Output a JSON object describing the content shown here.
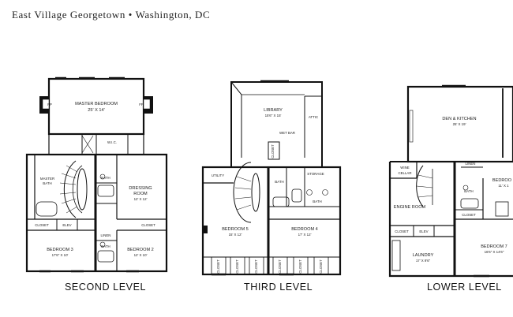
{
  "header": {
    "title": "East Village Georgetown • Washington, DC"
  },
  "levels": {
    "second": "SECOND LEVEL",
    "third": "THIRD LEVEL",
    "lower": "LOWER LEVEL"
  },
  "second_level": {
    "master_bedroom": {
      "name": "MASTER BEDROOM",
      "dims": "25' X 14'"
    },
    "fp_left": "FP",
    "fp_right": "FP",
    "wic": "W.I.C.",
    "master_bath": {
      "line1": "MASTER",
      "line2": "BATH"
    },
    "dressing_room": {
      "line1": "DRESSING",
      "line2": "ROOM",
      "dims": "12' X 12'"
    },
    "closet_left": "CLOSET",
    "elev": "ELEV",
    "closet_right": "CLOSET",
    "bath_upper": "BATH",
    "bath_lower": "BATH",
    "linen": "LINEN",
    "bedroom3": {
      "name": "BEDROOM 3",
      "dims": "17'6\" X 10'"
    },
    "bedroom2": {
      "name": "BEDROOM 2",
      "dims": "12' X 10'"
    }
  },
  "third_level": {
    "library": {
      "name": "LIBRARY",
      "dims": "15'6\" X 15'"
    },
    "attic": "ATTIC",
    "wet_bar": "WET BAR",
    "closet": "CLOSET",
    "utility": "UTILITY",
    "storage": "STORAGE",
    "bath_left": "BATH",
    "bath_right": "BATH",
    "bedroom5": {
      "name": "BEDROOM 5",
      "dims": "15' X 12'"
    },
    "bedroom4": {
      "name": "BEDROOM 4",
      "dims": "17' X 12'"
    },
    "closets": [
      "CLOSET",
      "CLOSET",
      "CLOSET",
      "CLOSET",
      "CLOSET",
      "CLOSET"
    ]
  },
  "lower_level": {
    "den_kitchen": {
      "name": "DEN & KITCHEN",
      "dims": "25' X 19'"
    },
    "wine_cellar": {
      "line1": "WINE",
      "line2": "CELLAR"
    },
    "linen": "LINEN",
    "bath": "BATH",
    "closet": "CLOSET",
    "bedroom6": {
      "name": "BEDROO",
      "dims": "11' X 1"
    },
    "engine_room": "ENGINE ROOM",
    "closet_left": "CLOSET",
    "elev": "ELEV",
    "laundry": {
      "name": "LAUNDRY",
      "dims": "17' X 9'6\""
    },
    "bedroom7": {
      "name": "BEDROOM 7",
      "dims": "16'6\" X 14'6\""
    }
  }
}
